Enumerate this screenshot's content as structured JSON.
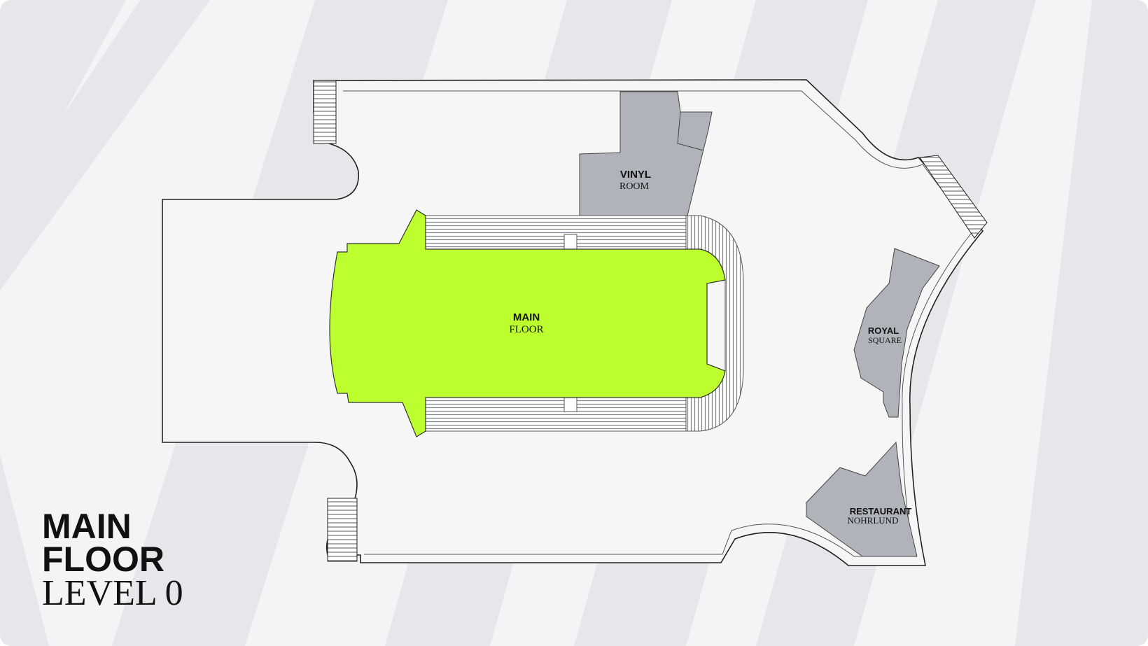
{
  "title": {
    "line1": "MAIN",
    "line2": "FLOOR",
    "line3": "LEVEL 0"
  },
  "zones": {
    "main_floor": {
      "name": "MAIN",
      "sub": "FLOOR",
      "color": "#BDFE2F"
    },
    "vinyl_room": {
      "name": "VINYL",
      "sub": "ROOM",
      "color": "#B0B3B9"
    },
    "royal_square": {
      "name": "ROYAL",
      "sub": "SQUARE",
      "color": "#B0B3B9"
    },
    "restaurant": {
      "name": "RESTAURANT",
      "sub": "NOHRLUND",
      "color": "#B0B3B9"
    }
  },
  "colors": {
    "background": "#F3F4F6",
    "stripe": "#E6E7EA",
    "outline": "#222222",
    "seating": "#8E9096"
  }
}
